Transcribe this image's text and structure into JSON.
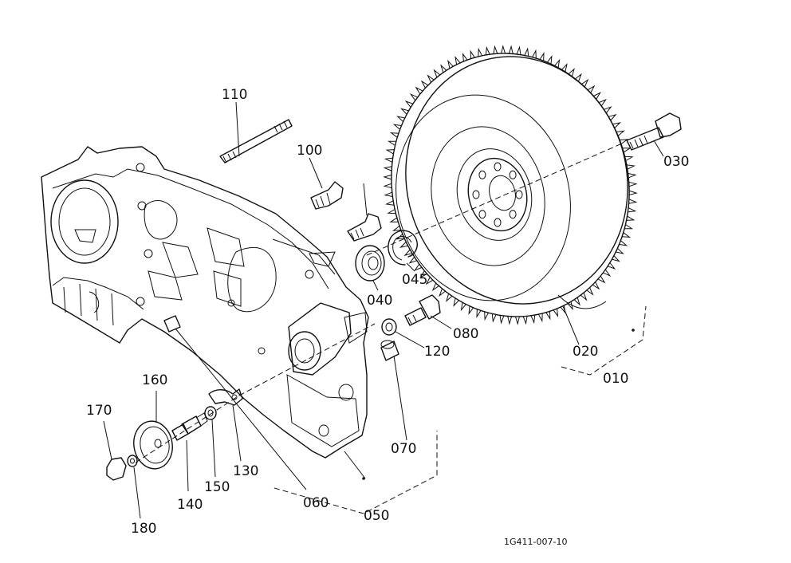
{
  "diagram": {
    "drawing_code": "1G411-007-10",
    "labels": {
      "p010": "010",
      "p020": "020",
      "p030": "030",
      "p040": "040",
      "p045": "045",
      "p050": "050",
      "p060": "060",
      "p070": "070",
      "p080": "080",
      "p100": "100",
      "p110": "110",
      "p120": "120",
      "p130": "130",
      "p140": "140",
      "p150": "150",
      "p160": "160",
      "p170": "170",
      "p180": "180"
    }
  }
}
